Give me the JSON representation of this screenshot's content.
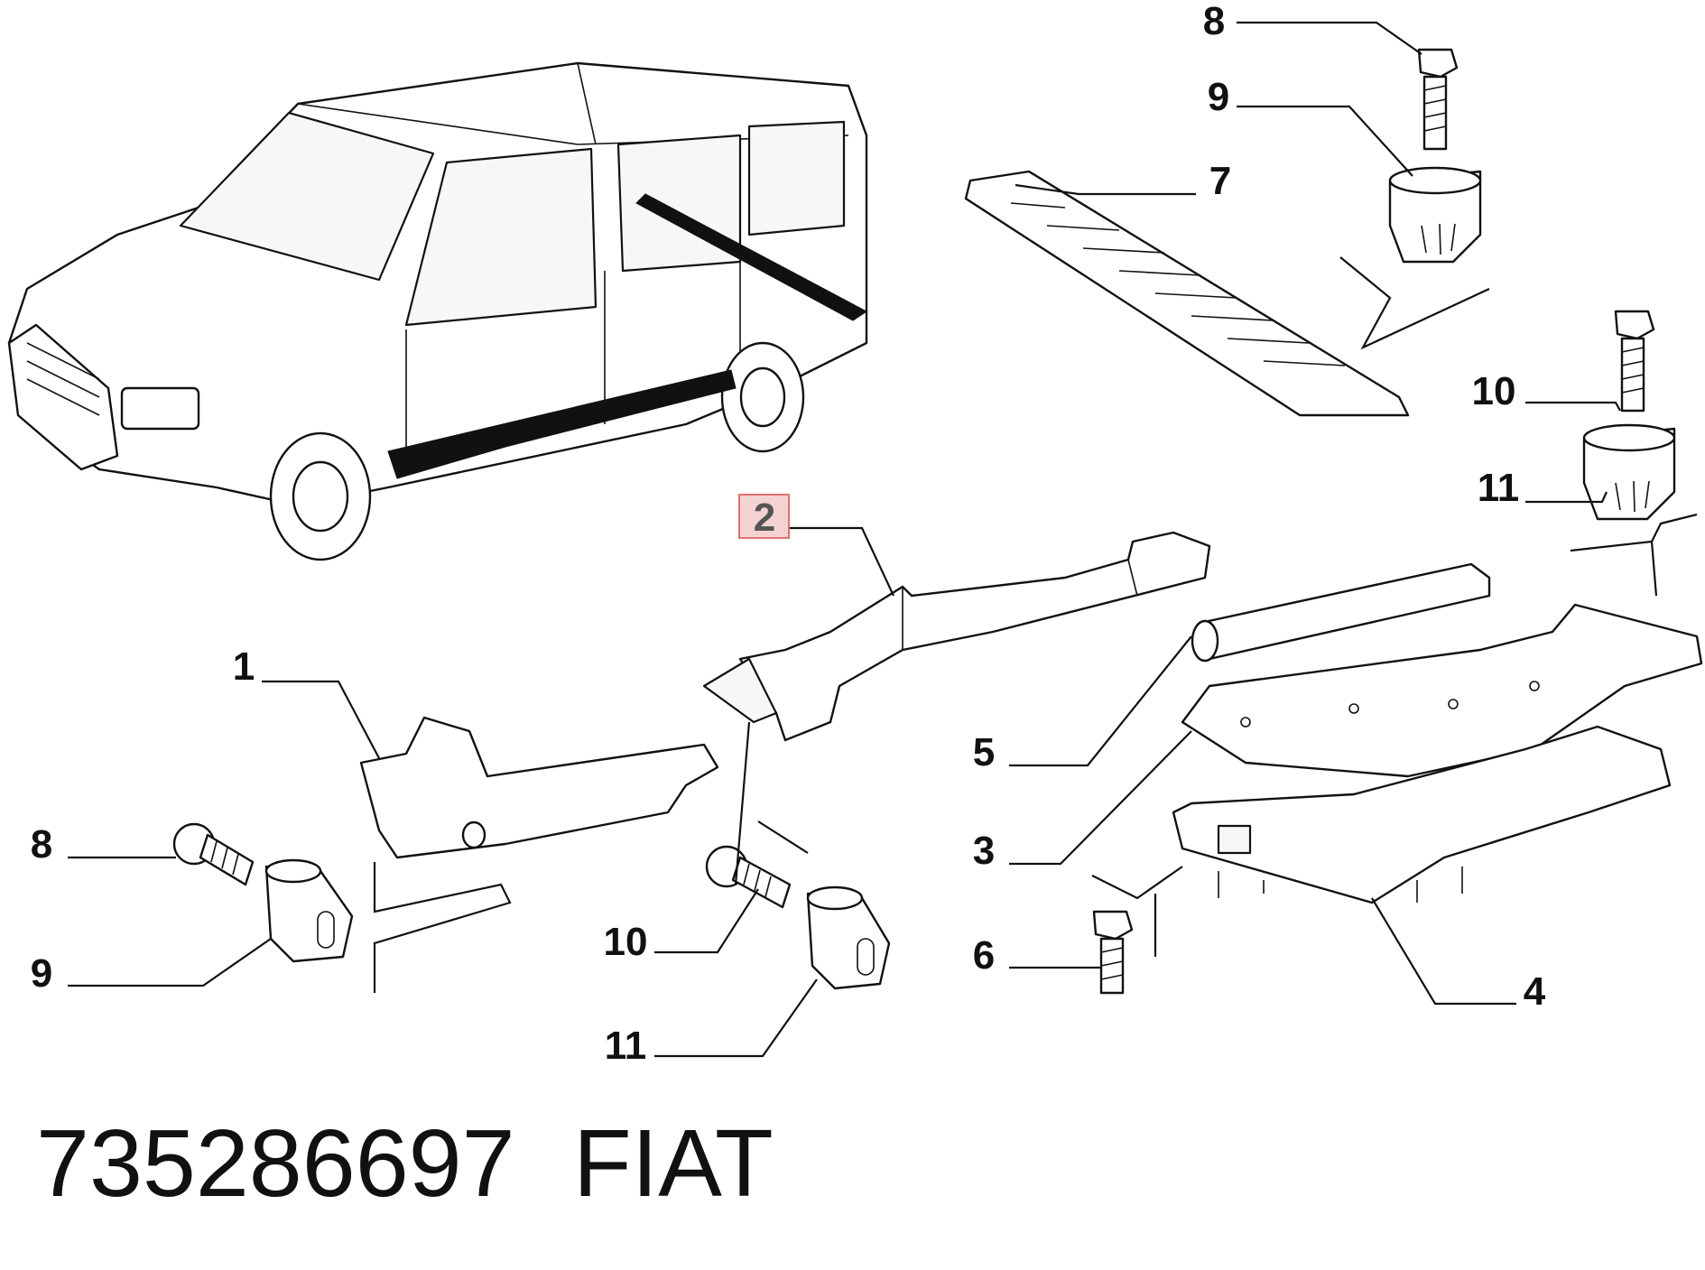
{
  "callouts": {
    "top_8": "8",
    "top_9": "9",
    "top_7": "7",
    "right_10": "10",
    "right_11": "11",
    "highlighted_2": "2",
    "left_1": "1",
    "mid_5": "5",
    "mid_3": "3",
    "left_8": "8",
    "left_9": "9",
    "center_10": "10",
    "center_11": "11",
    "bottom_6": "6",
    "bottom_4": "4"
  },
  "highlight": {
    "part_number": "2",
    "fill_color": "#f4d2d2",
    "border_color": "#e07070"
  },
  "footer": {
    "part_code": "735286697",
    "brand": "FIAT"
  },
  "icons": [
    "van-illustration",
    "screw-icon",
    "grommet-icon",
    "sill-trim-panel",
    "seal-strip"
  ]
}
